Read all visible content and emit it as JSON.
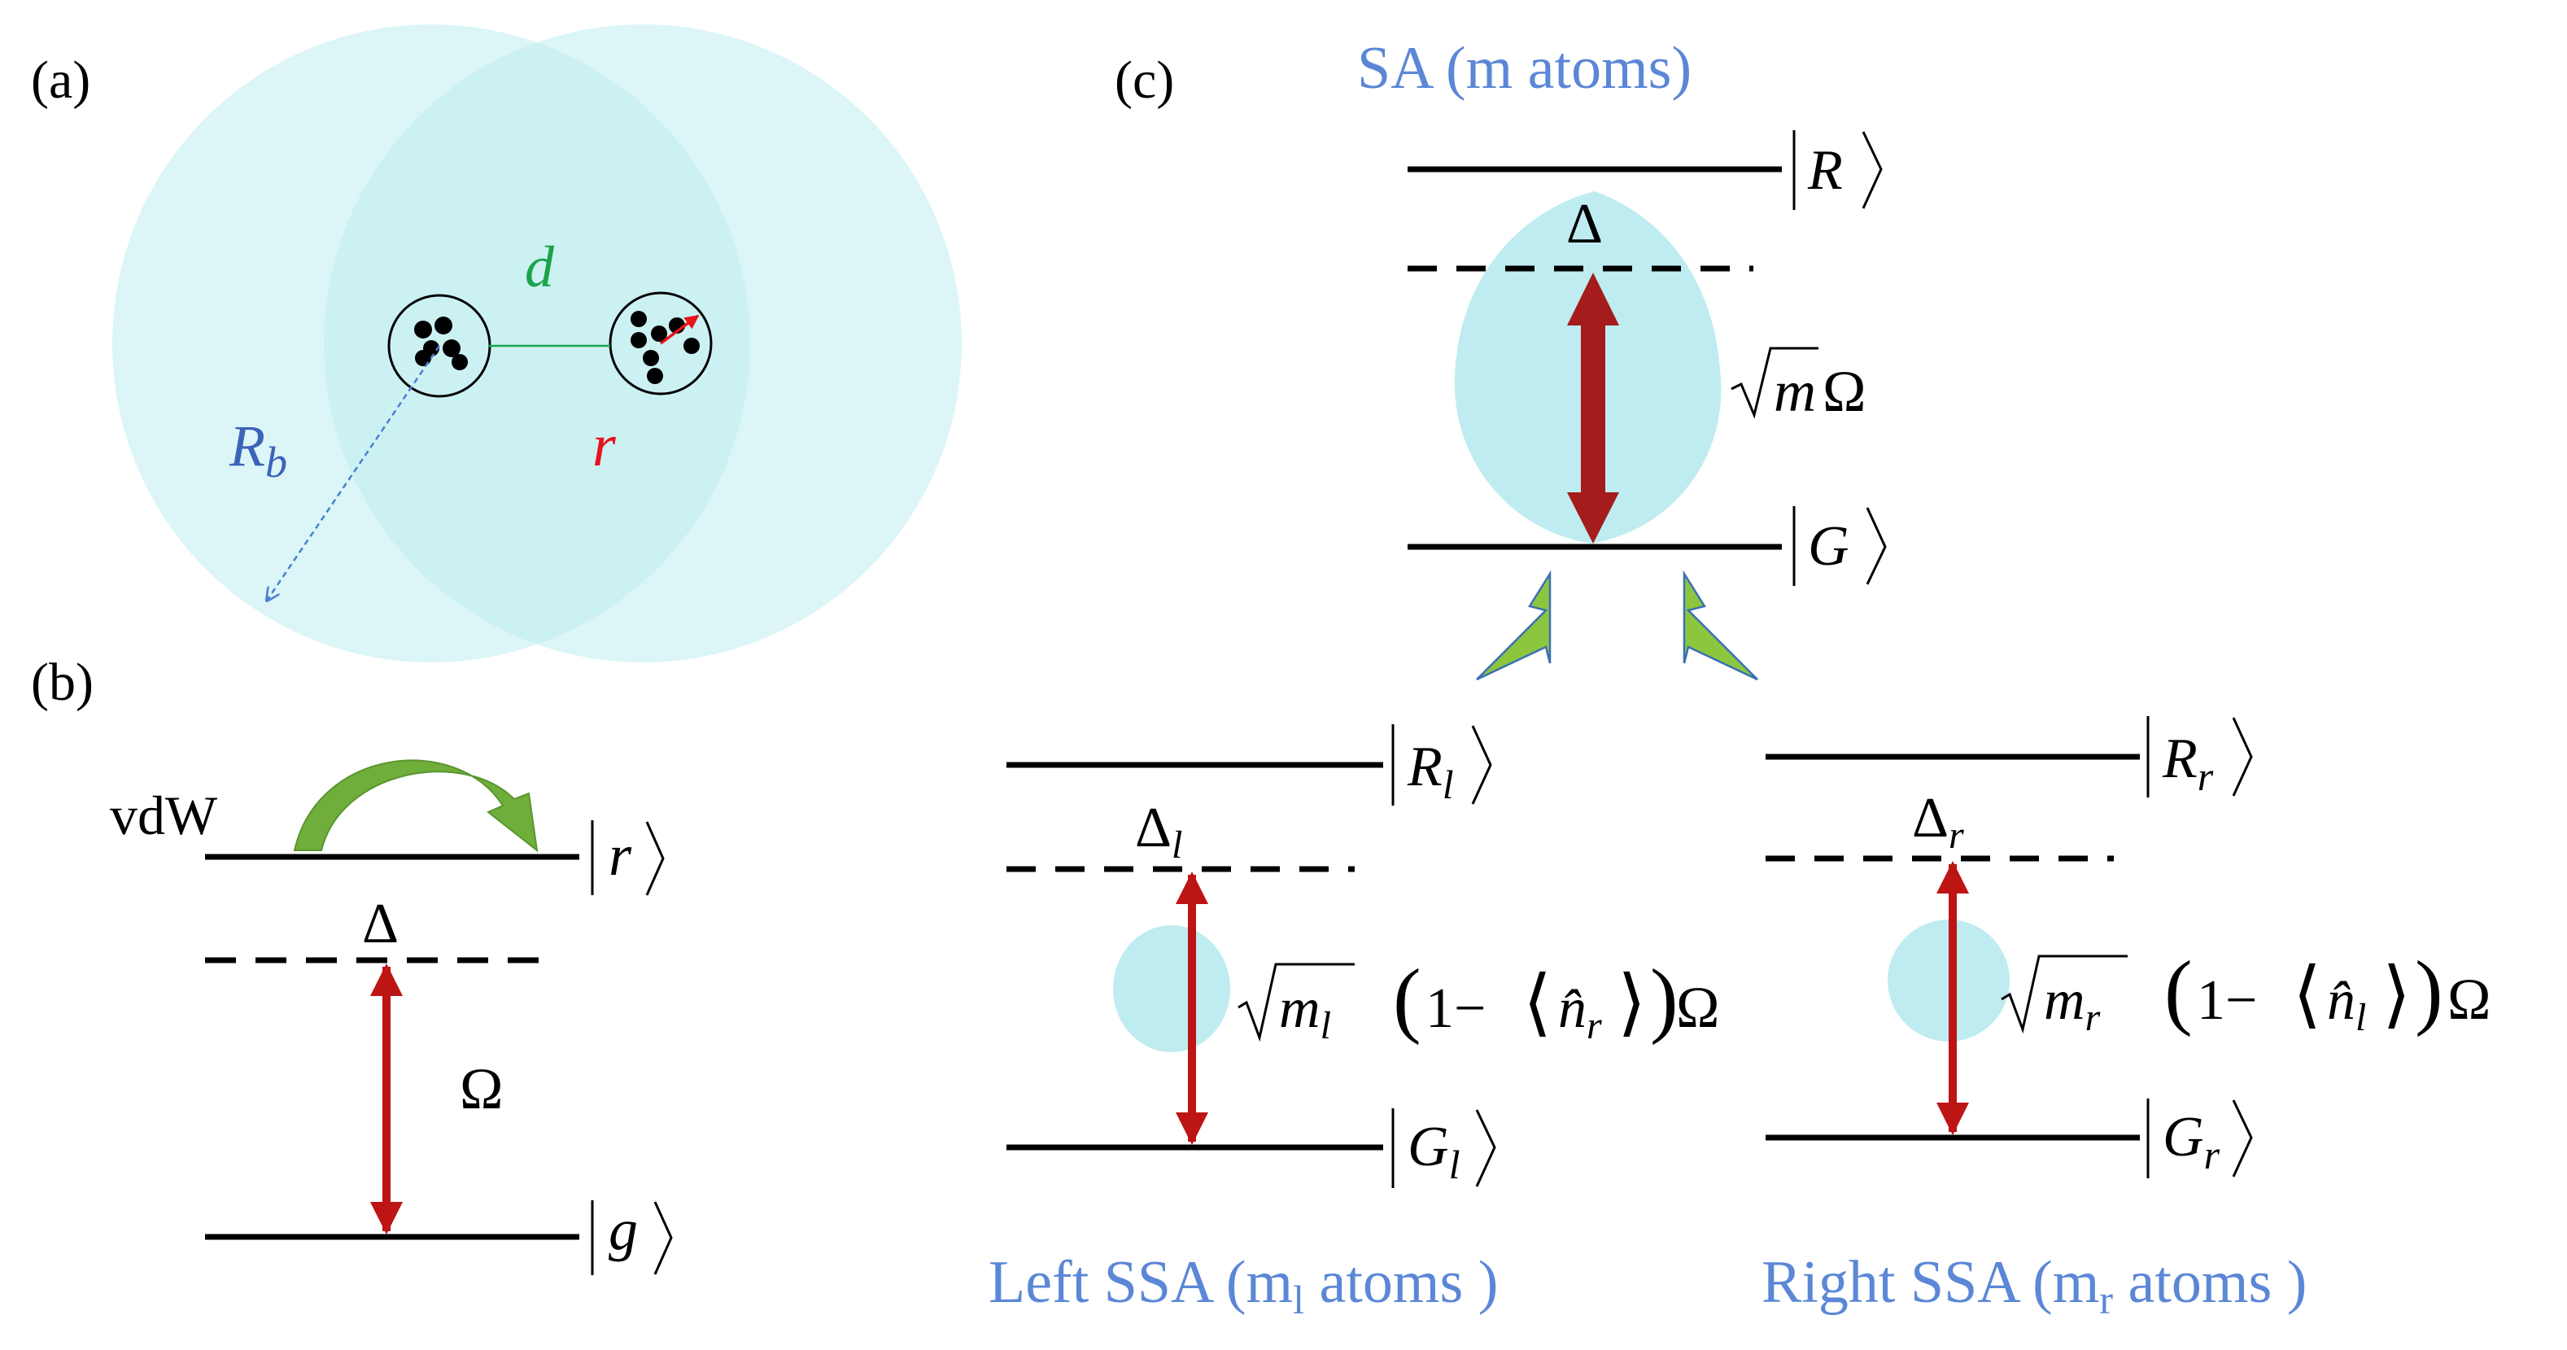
{
  "colors": {
    "blob": "#bfecf0",
    "blob_overlap": "#a9e1e8",
    "line": "#000000",
    "arrow_red": "#bd1414",
    "arrow_dark_red": "#a41c1c",
    "green_text": "#1aa34a",
    "blue_text": "#3b63b8",
    "title_blue": "#5b87d6",
    "red_text": "#e8121b",
    "green_arrow": "#8cc63f"
  },
  "panel_a": {
    "label": "(a)",
    "d": "d",
    "r": "r",
    "R": "R",
    "R_sub": "b"
  },
  "panel_b": {
    "label": "(b)",
    "vdw": "vdW",
    "ket_r": "r",
    "ket_g": "g",
    "delta": "Δ",
    "omega": "Ω"
  },
  "panel_c": {
    "label": "(c)",
    "title": "SA (m atoms)",
    "ket_R": "R",
    "ket_G": "G",
    "delta": "Δ",
    "coupling_m": "m",
    "coupling_omega": "Ω",
    "left": {
      "ket_R": "R",
      "ket_G": "G",
      "sub": "l",
      "delta": "Δ",
      "m": "m",
      "factor_one": "1−",
      "n_hat": "n̂",
      "n_sub": "r",
      "omega": "Ω",
      "caption_pre": "Left SSA (m",
      "caption_sub": "l",
      "caption_post": " atoms )"
    },
    "right": {
      "ket_R": "R",
      "ket_G": "G",
      "sub": "r",
      "delta": "Δ",
      "m": "m",
      "factor_one": "1−",
      "n_hat": "n̂",
      "n_sub": "l",
      "omega": "Ω",
      "caption_pre": "Right SSA (m",
      "caption_sub": "r",
      "caption_post": " atoms )"
    }
  }
}
